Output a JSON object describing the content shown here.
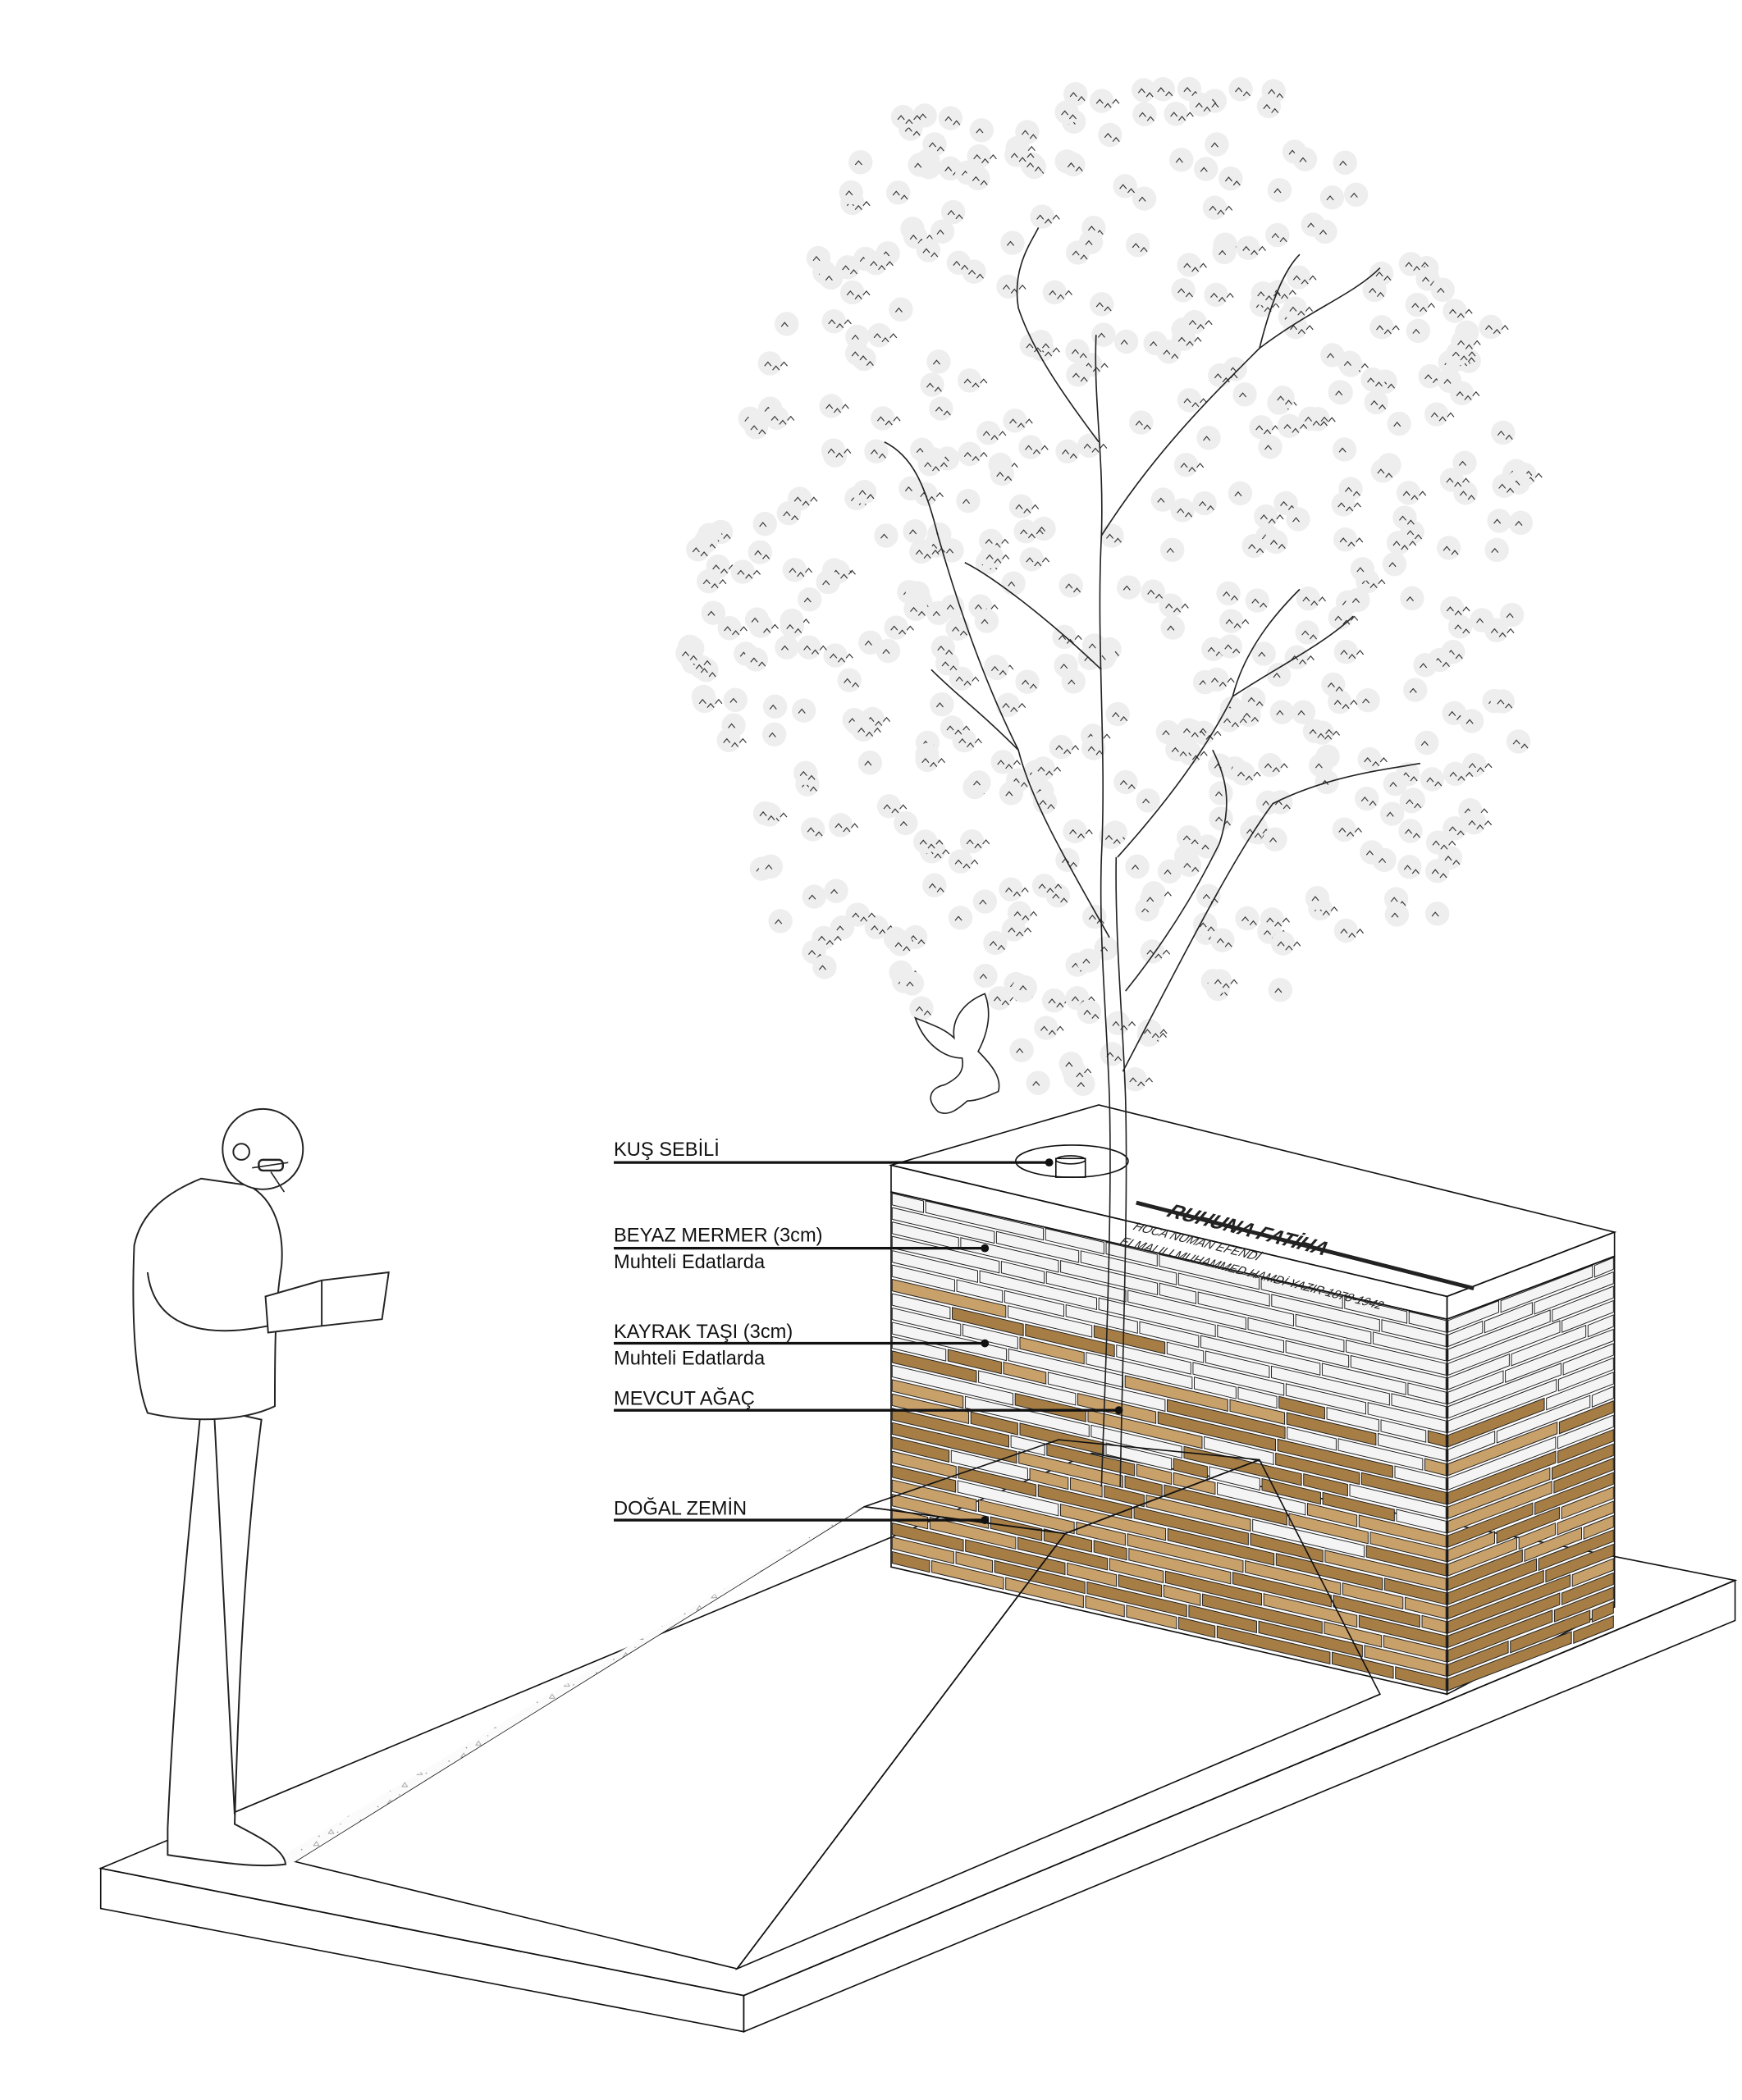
{
  "labels": [
    {
      "title": "KUŞ SEBİLİ"
    },
    {
      "title": "BEYAZ MERMER (3cm)",
      "subtitle": "Muhteli Edatlarda"
    },
    {
      "title": "KAYRAK TAŞI (3cm)",
      "subtitle": "Muhteli Edatlarda"
    },
    {
      "title": "MEVCUT AĞAÇ"
    },
    {
      "title": "DOĞAL ZEMİN"
    }
  ],
  "inscription": {
    "title": "RUHUNA FATİHA",
    "line1": "HOCA NUMAN EFENDİ",
    "line2": "ELMALILI MUHAMMED HAMDİ YAZIR 1878-1942"
  },
  "colors": {
    "marble": "#f4f4f4",
    "slate": "#c8a06a",
    "slate_dark": "#a57d45",
    "ground": "#fafafa",
    "line": "#111111"
  }
}
